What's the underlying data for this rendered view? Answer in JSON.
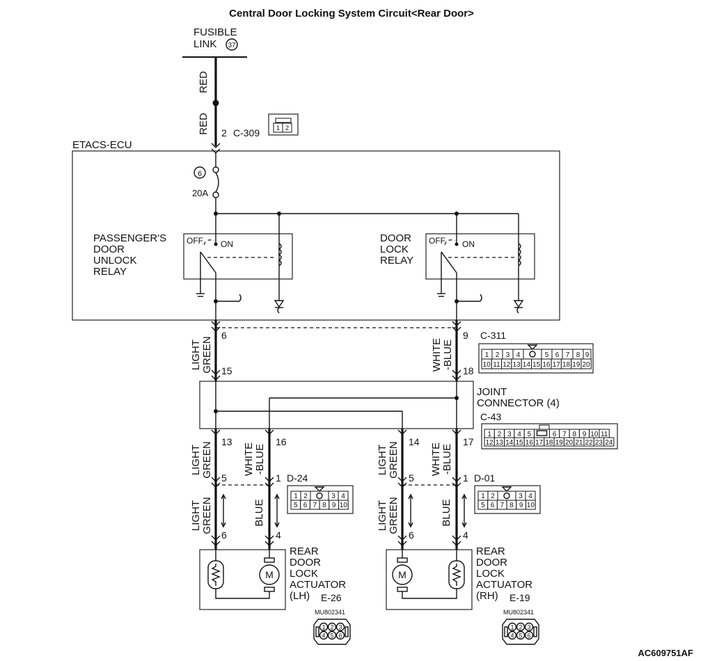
{
  "title": "Central Door Locking System Circuit<Rear Door>",
  "fusible_link": {
    "line1": "FUSIBLE",
    "line2": "LINK",
    "number": "37"
  },
  "wire_labels": {
    "red_top": "RED",
    "red_bottom": "RED",
    "lg_upper": [
      "LIGHT",
      "GREEN"
    ],
    "wb_upper": [
      "WHITE",
      "-BLUE"
    ],
    "lg_13": [
      "LIGHT",
      "GREEN"
    ],
    "wb_16": [
      "WHITE",
      "-BLUE"
    ],
    "lg_14": [
      "LIGHT",
      "GREEN"
    ],
    "wb_17": [
      "WHITE",
      "-BLUE"
    ],
    "lg_lh_low": [
      "LIGHT",
      "GREEN"
    ],
    "blue_lh": "BLUE",
    "lg_rh_low": [
      "LIGHT",
      "GREEN"
    ],
    "blue_rh": "BLUE"
  },
  "connectors": {
    "c309": {
      "pin": "2",
      "name": "C-309",
      "cells": [
        "1",
        "2"
      ]
    },
    "c311": {
      "pin_left": "6",
      "pin_right": "9",
      "name": "C-311",
      "row1": [
        "1",
        "2",
        "3",
        "4",
        "",
        "5",
        "6",
        "7",
        "8",
        "9"
      ],
      "row2": [
        "10",
        "11",
        "12",
        "13",
        "14",
        "15",
        "16",
        "17",
        "18",
        "19",
        "20"
      ]
    },
    "c43": {
      "name": "C-43",
      "row1": [
        "1",
        "2",
        "3",
        "4",
        "5",
        "",
        "6",
        "7",
        "8",
        "9",
        "10",
        "11"
      ],
      "row2": [
        "12",
        "13",
        "14",
        "15",
        "16",
        "17",
        "18",
        "19",
        "20",
        "21",
        "22",
        "23",
        "24"
      ]
    },
    "d24": {
      "pin_a": "5",
      "pin_b": "1",
      "name": "D-24",
      "row1": [
        "1",
        "2",
        "",
        "3",
        "4"
      ],
      "row2": [
        "5",
        "6",
        "7",
        "8",
        "9",
        "10"
      ]
    },
    "d01": {
      "pin_a": "5",
      "pin_b": "1",
      "name": "D-01",
      "row1": [
        "1",
        "2",
        "",
        "3",
        "4"
      ],
      "row2": [
        "5",
        "6",
        "7",
        "8",
        "9",
        "10"
      ]
    },
    "e26": {
      "name": "E-26",
      "part": "MU802341",
      "pins": [
        "1",
        "2",
        "3",
        "4",
        "5",
        "6"
      ]
    },
    "e19": {
      "name": "E-19",
      "part": "MU802341",
      "pins": [
        "1",
        "2",
        "3",
        "4",
        "5",
        "6"
      ]
    }
  },
  "etacs": {
    "label": "ETACS-ECU",
    "fuse_number": "6",
    "fuse_rating": "20A",
    "relay_left": [
      "PASSENGER'S",
      "DOOR",
      "UNLOCK",
      "RELAY"
    ],
    "relay_right": [
      "DOOR",
      "LOCK",
      "RELAY"
    ],
    "off": "OFF",
    "on": "ON"
  },
  "pins": {
    "p15": "15",
    "p18": "18",
    "p13": "13",
    "p16": "16",
    "p14": "14",
    "p17": "17",
    "p6_lh": "6",
    "p4_lh": "4",
    "p6_rh": "6",
    "p4_rh": "4"
  },
  "joint_connector": {
    "line1": "JOINT",
    "line2": "CONNECTOR (4)"
  },
  "actuator_lh": [
    "REAR",
    "DOOR",
    "LOCK",
    "ACTUATOR",
    "(LH)"
  ],
  "actuator_rh": [
    "REAR",
    "DOOR",
    "LOCK",
    "ACTUATOR",
    "(RH)"
  ],
  "figure_code": "AC609751AF"
}
